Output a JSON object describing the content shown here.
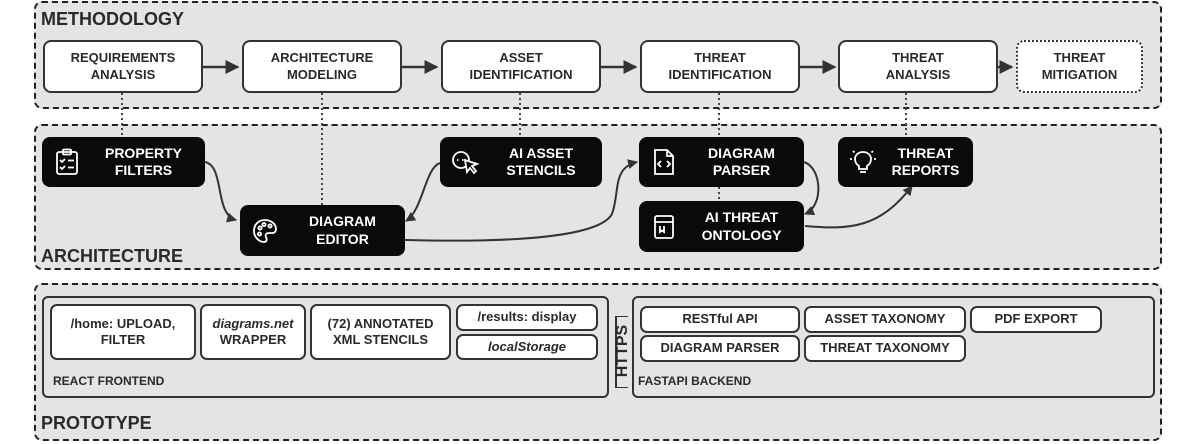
{
  "sections": {
    "methodology": "METHODOLOGY",
    "architecture": "ARCHITECTURE",
    "prototype": "PROTOTYPE"
  },
  "methodology_steps": [
    "REQUIREMENTS\nANALYSIS",
    "ARCHITECTURE\nMODELING",
    "ASSET\nIDENTIFICATION",
    "THREAT\nIDENTIFICATION",
    "THREAT\nANALYSIS",
    "THREAT\nMITIGATION"
  ],
  "architecture_components": {
    "property_filters": "PROPERTY\nFILTERS",
    "diagram_editor": "DIAGRAM\nEDITOR",
    "ai_asset_stencils": "AI ASSET\nSTENCILS",
    "diagram_parser": "DIAGRAM\nPARSER",
    "ai_threat_ontology": "AI THREAT\nONTOLOGY",
    "threat_reports": "THREAT\nREPORTS"
  },
  "icons": {
    "property_filters": "checklist-icon",
    "diagram_editor": "palette-icon",
    "ai_asset_stencils": "shapes-cursor-icon",
    "diagram_parser": "code-file-icon",
    "ai_threat_ontology": "book-icon",
    "threat_reports": "lightbulb-icon"
  },
  "frontend": {
    "title": "REACT FRONTEND",
    "home_upload": "/home: UPLOAD,\nFILTER",
    "wrapper_name": "diagrams.net",
    "wrapper_suffix": "WRAPPER",
    "stencils": "(72) ANNOTATED\nXML STENCILS",
    "results_display": "/results: display",
    "local_storage": "localStorage"
  },
  "connector": "HTTPS",
  "backend": {
    "title": "FASTAPI BACKEND",
    "restful_api": "RESTful API",
    "asset_taxonomy": "ASSET TAXONOMY",
    "pdf_export": "PDF EXPORT",
    "diagram_parser": "DIAGRAM PARSER",
    "threat_taxonomy": "THREAT TAXONOMY"
  }
}
